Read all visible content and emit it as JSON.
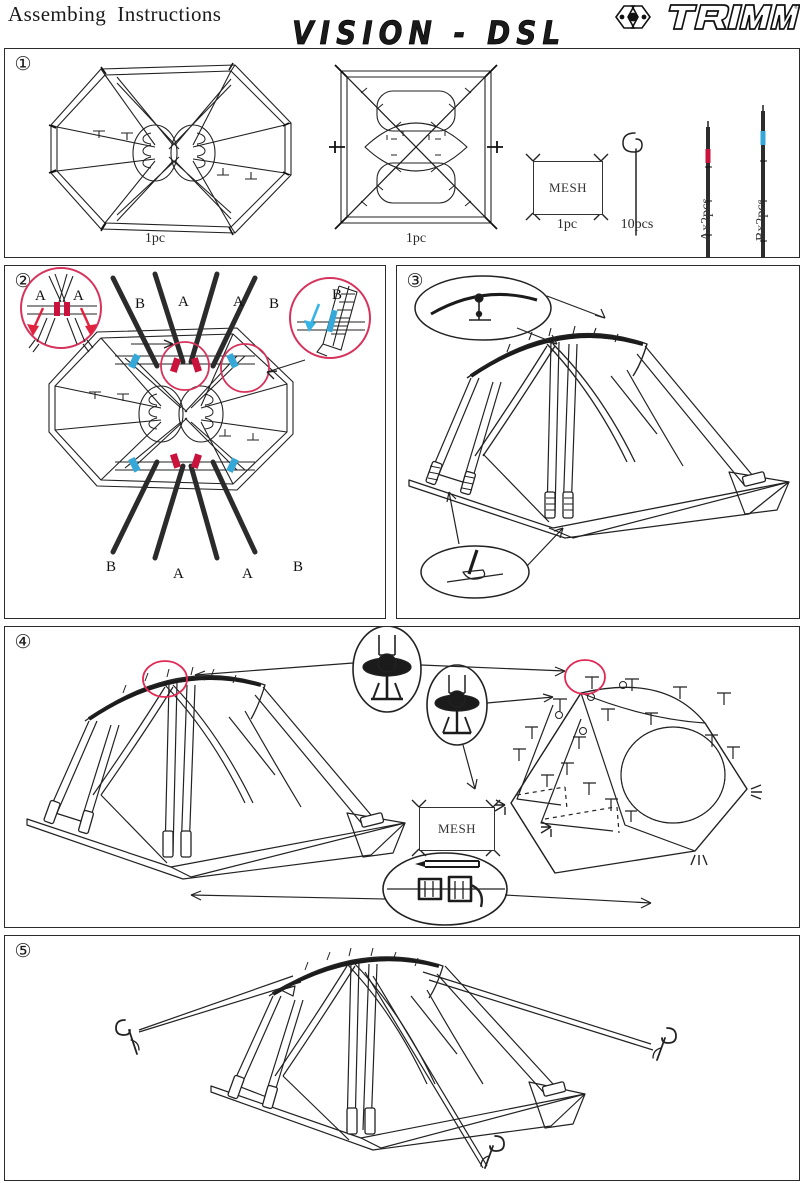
{
  "header": {
    "title": "Assembing  Instructions",
    "model": "VISION - DSL",
    "brand": "TRIMM",
    "brand_mark": "registered-trademark"
  },
  "panels": [
    {
      "number": "①",
      "name": "parts-list",
      "items": [
        {
          "name": "tent-body-footprint",
          "caption": "1pc"
        },
        {
          "name": "flysheet-top-view",
          "caption": "1pc"
        },
        {
          "name": "mesh-panel",
          "label": "MESH",
          "caption": "1pc"
        },
        {
          "name": "tent-peg",
          "caption": "10pcs"
        },
        {
          "name": "pole-a",
          "caption": "Ax2pcs",
          "marker_color": "#c9123c"
        },
        {
          "name": "pole-b",
          "caption": "Bx2pcs",
          "marker_color": "#36a8d8"
        }
      ]
    },
    {
      "number": "②",
      "name": "insert-poles",
      "pole_labels_top": [
        "B",
        "A",
        "A",
        "B"
      ],
      "pole_labels_bottom": [
        "B",
        "A",
        "A",
        "B"
      ],
      "callouts": [
        {
          "name": "detail-pole-a-insertion",
          "labels": [
            "A",
            "A"
          ],
          "arrow_color": "#e0223f"
        },
        {
          "name": "detail-pole-b-insertion",
          "labels": [
            "B"
          ],
          "arrow_color": "#36b4e5"
        }
      ],
      "accent_color": "#d6335c"
    },
    {
      "number": "③",
      "name": "raise-frame",
      "callouts": [
        {
          "name": "detail-ridge-connector"
        },
        {
          "name": "detail-pole-foot-pin"
        }
      ]
    },
    {
      "number": "④",
      "name": "attach-inner-tent",
      "mesh_label": "MESH",
      "callouts": [
        {
          "name": "detail-pole-hook-top"
        },
        {
          "name": "detail-pole-hook-lower"
        },
        {
          "name": "detail-buckle-strap"
        }
      ],
      "highlight_color": "#e02a55"
    },
    {
      "number": "⑤",
      "name": "stake-guylines"
    }
  ],
  "colors": {
    "line": "#1f1f1f",
    "accent_red": "#d6335c",
    "marker_red": "#c9123c",
    "marker_blue": "#36a8d8",
    "arrow_blue": "#36b4e5",
    "paper": "#ffffff"
  }
}
